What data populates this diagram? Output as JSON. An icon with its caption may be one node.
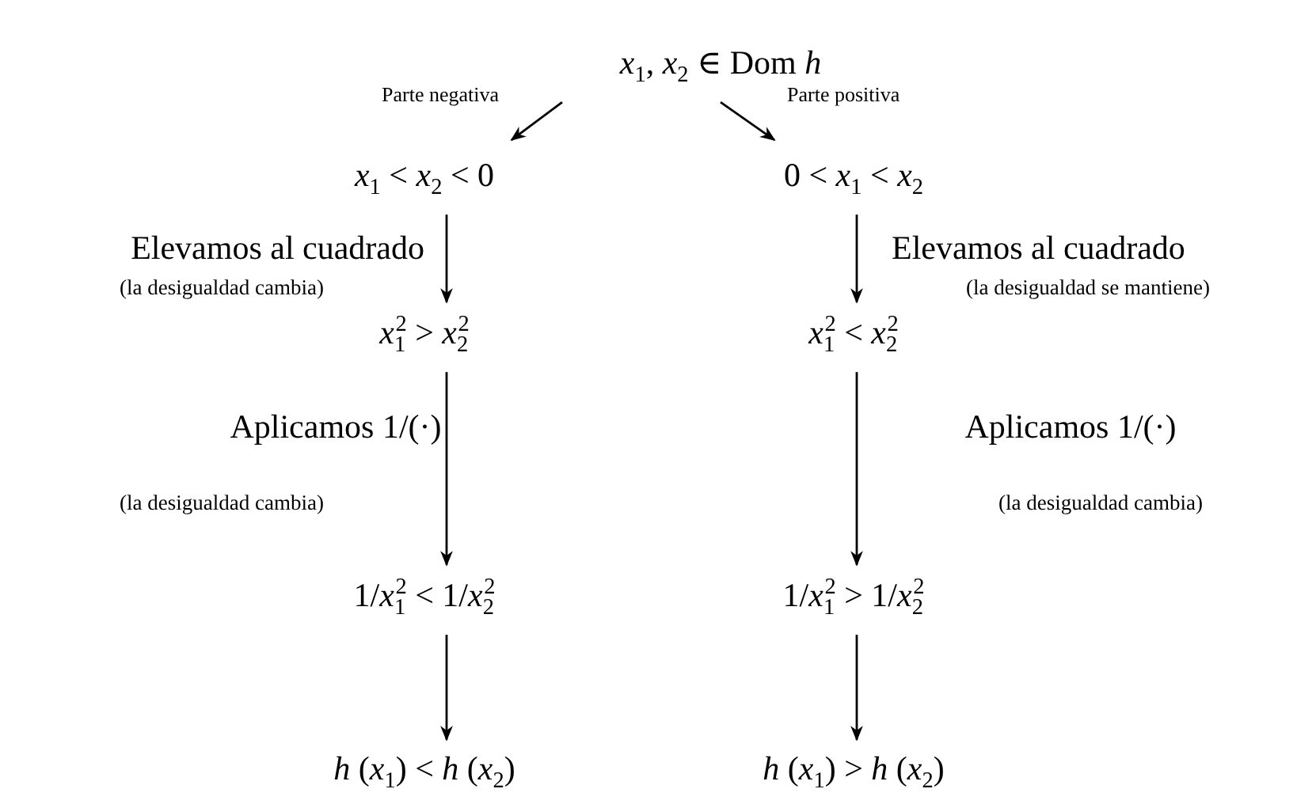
{
  "diagram": {
    "nodes": [
      {
        "text": [
          "*x*$_{1}$, *x*$_{2}$ ∈ Dom *h*"
        ]
      },
      {
        "text": [
          "*x*$_{1}$ < *x*$_{2}$ < 0"
        ]
      },
      {
        "text": [
          "0 < *x*$_{1}$ < *x*$_{2}$"
        ]
      },
      {
        "text": [
          "*x*$_{1}$$^{2}$ > *x*$_{2}$$^{2}$"
        ]
      },
      {
        "text": [
          "*x*$_{1}$$^{2}$ < *x*$_{2}$$^{2}$"
        ]
      },
      {
        "text": [
          "1/*x*$_{1}$$^{2}$ < 1/*x*$_{2}$$^{2}$"
        ]
      },
      {
        "text": [
          "1/*x*$_{1}$$^{2}$ > 1/*x*$_{2}$$^{2}$"
        ]
      },
      {
        "text": [
          "*h* (*x*$_{1}$) < *h* (*x*$_{2}$)"
        ]
      },
      {
        "text": [
          "*h* (*x*$_{1}$) > *h* (*x*$_{2}$)"
        ]
      }
    ],
    "edges": [
      {
        "from": 0,
        "to": 1,
        "arrow": "to",
        "label": "Parte negativa"
      },
      {
        "from": 0,
        "to": 2,
        "arrow": "to",
        "label": "Parte positiva"
      },
      {
        "from": 1,
        "to": 3,
        "arrow": "to",
        "label": "Elevamos al cuadrado"
      },
      {
        "from": 2,
        "to": 4,
        "arrow": "to",
        "label": "Elevamos al cuadrado"
      },
      {
        "from": 3,
        "to": 5,
        "arrow": "to",
        "label": "Aplicamos 1/(·)"
      },
      {
        "from": 4,
        "to": 6,
        "arrow": "to",
        "label": "Aplicamos 1/(·)"
      },
      {
        "from": 5,
        "to": 7,
        "arrow": "to"
      },
      {
        "from": 6,
        "to": 8,
        "arrow": "to"
      }
    ],
    "labels": [
      "(la desigualdad cambia)",
      "(la desigualdad se mantiene)",
      "(la desigualdad cambia)",
      "(la desigualdad cambia)"
    ]
  }
}
